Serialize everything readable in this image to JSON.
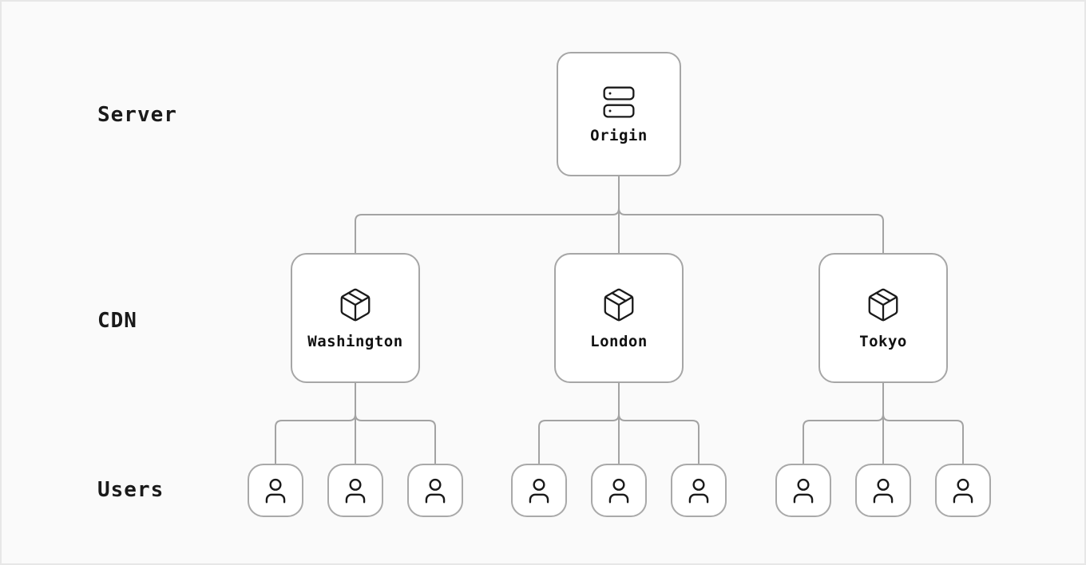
{
  "canvas": {
    "background_color": "#fafafa",
    "border_color": "#e7e7e7"
  },
  "row_labels": {
    "server": "Server",
    "cdn": "CDN",
    "users": "Users"
  },
  "nodes": {
    "origin": {
      "label": "Origin",
      "icon": "server-icon"
    },
    "cdn": [
      {
        "label": "Washington",
        "icon": "package-icon",
        "user_count": 3
      },
      {
        "label": "London",
        "icon": "package-icon",
        "user_count": 3
      },
      {
        "label": "Tokyo",
        "icon": "package-icon",
        "user_count": 3
      }
    ],
    "user_icon": "user-icon",
    "total_user_nodes": 9
  },
  "colors": {
    "node_fill": "#ffffff",
    "node_border": "#a6a6a6",
    "connector": "#a3a3a3",
    "icon_stroke": "#1a1a1a",
    "text": "#1a1a1a"
  }
}
